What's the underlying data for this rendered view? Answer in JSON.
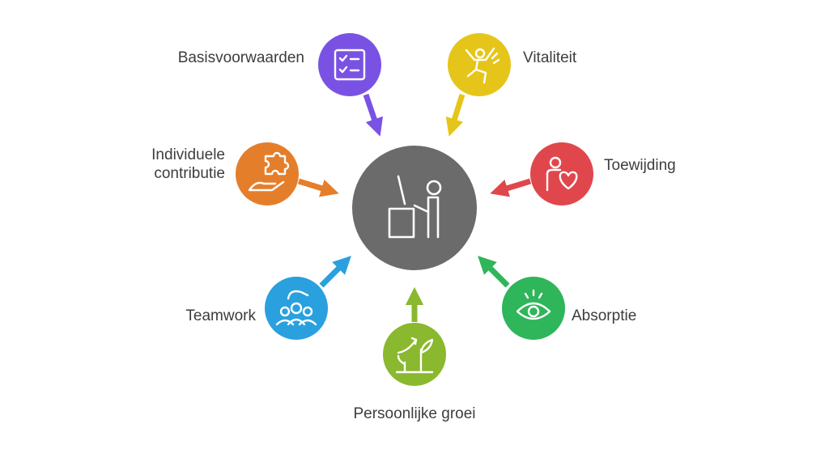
{
  "center": {
    "color": "#6b6b6b",
    "icon": "person-at-desk-icon"
  },
  "nodes": [
    {
      "id": "basisvoorwaarden",
      "label": "Basisvoorwaarden",
      "color": "#7a52e3",
      "icon": "checklist-icon"
    },
    {
      "id": "vitaliteit",
      "label": "Vitaliteit",
      "color": "#e6c51a",
      "icon": "energetic-person-icon"
    },
    {
      "id": "toewijding",
      "label": "Toewijding",
      "color": "#e0474c",
      "icon": "person-heart-icon"
    },
    {
      "id": "absorptie",
      "label": "Absorptie",
      "color": "#2fb55a",
      "icon": "eye-focus-icon"
    },
    {
      "id": "persoonlijke-groei",
      "label": "Persoonlijke groei",
      "color": "#8ab82e",
      "icon": "growing-plant-icon"
    },
    {
      "id": "teamwork",
      "label": "Teamwork",
      "color": "#2aa0de",
      "icon": "team-hand-icon"
    },
    {
      "id": "individuele-contributie",
      "label": "Individuele\ncontributie",
      "color": "#e57e2b",
      "icon": "puzzle-hand-icon"
    }
  ]
}
